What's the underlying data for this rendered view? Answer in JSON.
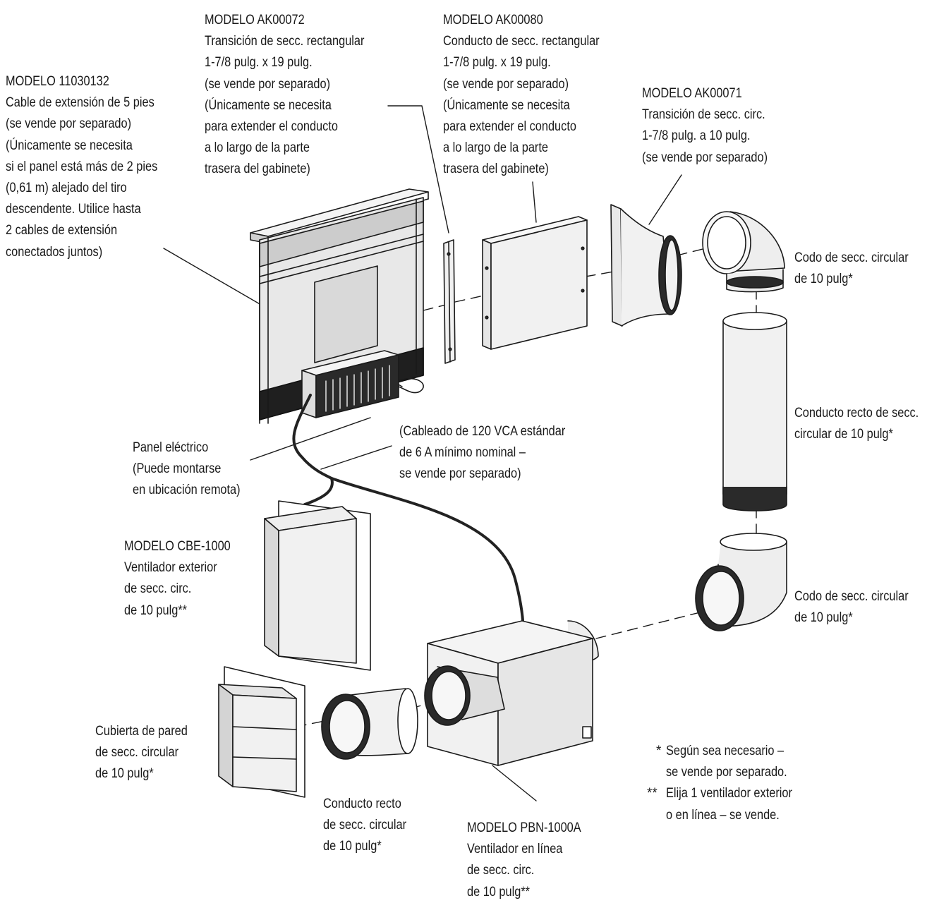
{
  "colors": {
    "ink": "#1a1a1a",
    "part_fill": "#f1f1f1",
    "dark": "#2b2b2b"
  },
  "labels": {
    "cable_ext": [
      "MODELO 11030132",
      "Cable de extensión de 5 pies",
      "(se vende por separado)",
      "(Únicamente se necesita",
      "si el panel está más de 2 pies",
      "(0,61 m) alejado del tiro",
      "descendente. Utilice hasta",
      "2 cables de extensión",
      "conectados juntos)"
    ],
    "ak72": [
      "MODELO AK00072",
      "Transición de secc. rectangular",
      "1-7/8 pulg. x 19 pulg.",
      "(se vende por separado)",
      "(Únicamente se necesita",
      "para extender el conducto",
      "a lo largo de la parte",
      "trasera del gabinete)"
    ],
    "ak80": [
      "MODELO AK00080",
      "Conducto de secc. rectangular",
      "1-7/8 pulg. x 19 pulg.",
      "(se vende por separado)",
      "(Únicamente se necesita",
      "para extender el conducto",
      "a lo largo de la parte",
      "trasera del gabinete)"
    ],
    "ak71": [
      "MODELO AK00071",
      "Transición de secc. circ.",
      "1-7/8 pulg. a 10 pulg.",
      "(se vende por separado)"
    ],
    "elbow_top": [
      "Codo de secc. circular",
      "de 10 pulg*"
    ],
    "straight_right": [
      "Conducto recto de secc.",
      "circular de 10 pulg*"
    ],
    "elbow_bottom": [
      "Codo de secc. circular",
      "de 10 pulg*"
    ],
    "panel": [
      "Panel eléctrico",
      "(Puede montarse",
      "en ubicación remota)"
    ],
    "wiring": [
      "(Cableado de 120 VCA estándar",
      "de 6 A mínimo nominal –",
      "se vende por separado)"
    ],
    "cbe": [
      "MODELO CBE-1000",
      "Ventilador exterior",
      "de secc. circ.",
      "de 10 pulg**"
    ],
    "wall_cap": [
      "Cubierta de pared",
      "de secc. circular",
      "de 10 pulg*"
    ],
    "straight_bottom": [
      "Conducto recto",
      "de secc. circular",
      "de 10 pulg*"
    ],
    "pbn": [
      "MODELO PBN-1000A",
      "Ventilador en línea",
      "de secc. circ.",
      "de 10 pulg**"
    ],
    "notes": [
      "Según sea necesario –",
      "se vende por separado.",
      "Elija 1 ventilador exterior",
      "o en línea – se vende."
    ],
    "note_marks": [
      "*",
      "**"
    ]
  }
}
